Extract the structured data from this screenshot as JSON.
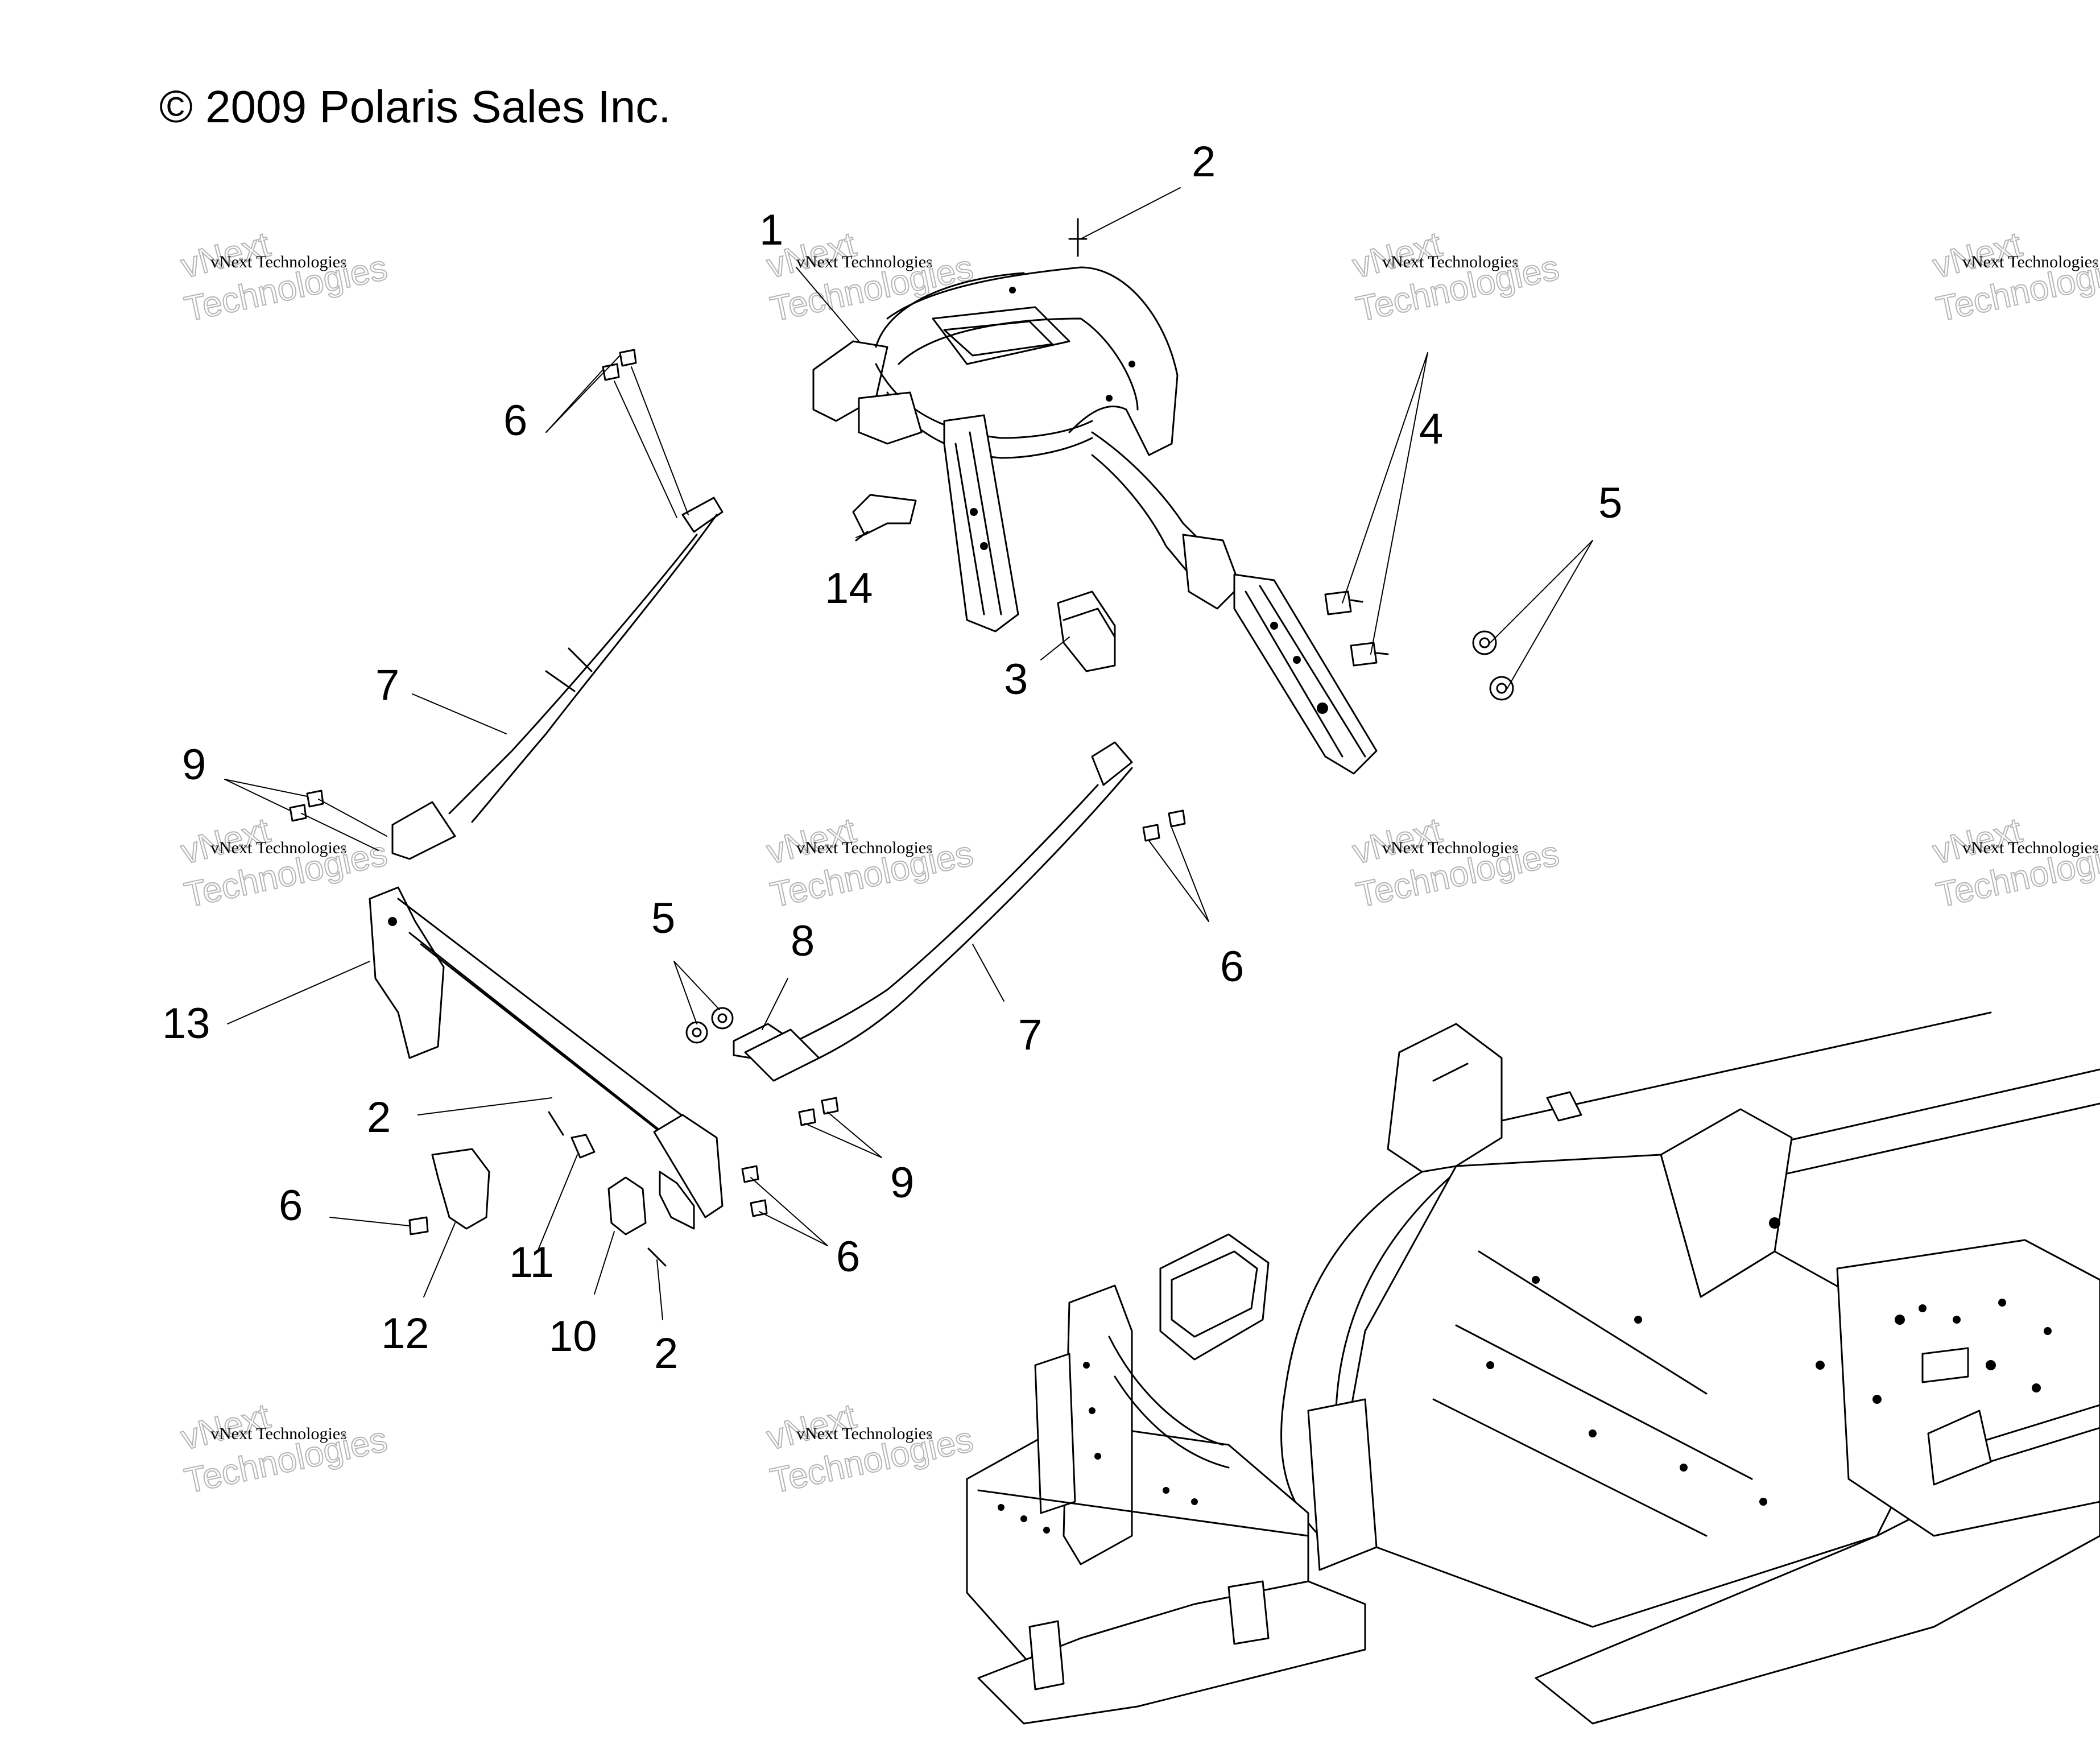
{
  "copyright": "© 2009 Polaris Sales Inc.",
  "watermark": {
    "line1": "vNext Technologies",
    "line2": "vNext",
    "line3": "Technologies"
  },
  "callouts": [
    {
      "id": "c1",
      "text": "1"
    },
    {
      "id": "c2a",
      "text": "2"
    },
    {
      "id": "c3",
      "text": "3"
    },
    {
      "id": "c4",
      "text": "4"
    },
    {
      "id": "c5a",
      "text": "5"
    },
    {
      "id": "c6a",
      "text": "6"
    },
    {
      "id": "c14",
      "text": "14"
    },
    {
      "id": "c7a",
      "text": "7"
    },
    {
      "id": "c9a",
      "text": "9"
    },
    {
      "id": "c5b",
      "text": "5"
    },
    {
      "id": "c8",
      "text": "8"
    },
    {
      "id": "c6b",
      "text": "6"
    },
    {
      "id": "c7b",
      "text": "7"
    },
    {
      "id": "c13",
      "text": "13"
    },
    {
      "id": "c2b",
      "text": "2"
    },
    {
      "id": "c9b",
      "text": "9"
    },
    {
      "id": "c6c",
      "text": "6"
    },
    {
      "id": "c11",
      "text": "11"
    },
    {
      "id": "c6d",
      "text": "6"
    },
    {
      "id": "c12",
      "text": "12"
    },
    {
      "id": "c10",
      "text": "10"
    },
    {
      "id": "c2c",
      "text": "2"
    }
  ]
}
